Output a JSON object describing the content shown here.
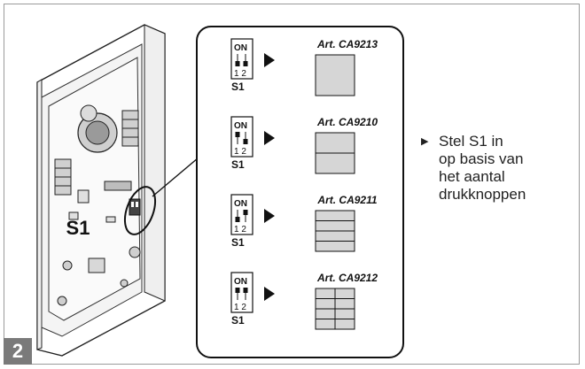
{
  "figure_number": "2",
  "device_label": "S1",
  "instruction": {
    "bullet": "▶",
    "lines": [
      "Stel S1 in",
      "op basis van",
      "het aantal",
      "drukknoppen"
    ]
  },
  "switch_on_label": "ON",
  "switch_numbers": "1 2",
  "switch_name": "S1",
  "configurations": [
    {
      "article": "Art. CA9213",
      "buttons": 1,
      "split": false
    },
    {
      "article": "Art. CA9210",
      "buttons": 2,
      "split": false
    },
    {
      "article": "Art. CA9211",
      "buttons": 4,
      "split": false
    },
    {
      "article": "Art. CA9212",
      "buttons": 4,
      "split": true
    }
  ]
}
